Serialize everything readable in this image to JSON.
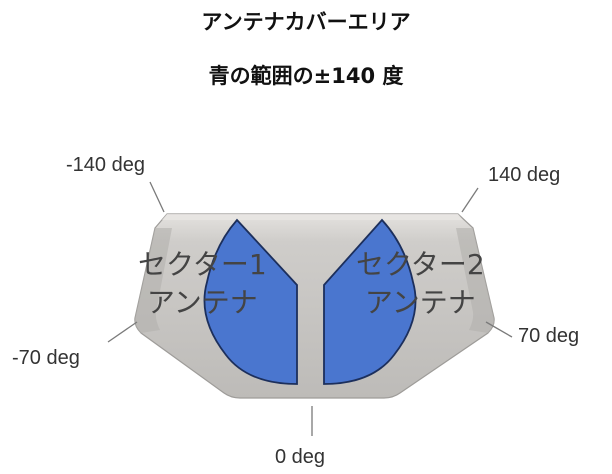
{
  "title": {
    "line1": "アンテナカバーエリア",
    "line2": "青の範囲の±140 度"
  },
  "angle_labels": {
    "neg140": "-140 deg",
    "pos140": "140 deg",
    "neg70": "-70 deg",
    "pos70": "70 deg",
    "zero": "0 deg"
  },
  "antennas": {
    "sector1": {
      "name": "セクター1",
      "type": "アンテナ"
    },
    "sector2": {
      "name": "セクター2",
      "type": "アンテナ"
    }
  },
  "colors": {
    "housing": "#c8c6c3",
    "housing_top": "#dcdad7",
    "antenna_fill": "#4a76cf",
    "antenna_stroke": "#1c2f5c",
    "leader_line": "#7a7a7a"
  }
}
